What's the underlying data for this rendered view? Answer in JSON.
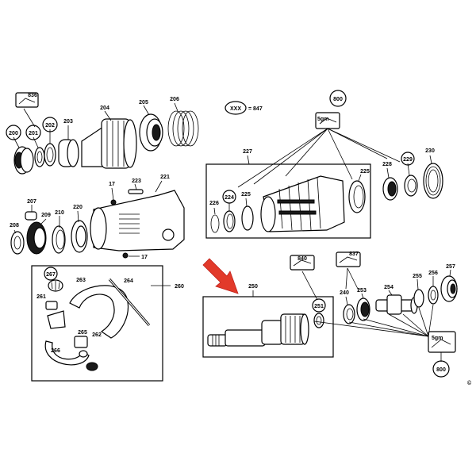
{
  "diagram": {
    "key": {
      "code": "XXX",
      "equals": "= 847"
    },
    "callouts": [
      {
        "id": "c200",
        "text": "200",
        "circled": true
      },
      {
        "id": "c201",
        "text": "201",
        "circled": true
      },
      {
        "id": "c202",
        "text": "202",
        "circled": true
      },
      {
        "id": "c203",
        "text": "203",
        "circled": false
      },
      {
        "id": "c204",
        "text": "204",
        "circled": false
      },
      {
        "id": "c205",
        "text": "205",
        "circled": false
      },
      {
        "id": "c206",
        "text": "206",
        "circled": false
      },
      {
        "id": "c836",
        "text": "836",
        "circled": false
      },
      {
        "id": "c207",
        "text": "207",
        "circled": false
      },
      {
        "id": "c208",
        "text": "208",
        "circled": false
      },
      {
        "id": "c209",
        "text": "209",
        "circled": false
      },
      {
        "id": "c210",
        "text": "210",
        "circled": false
      },
      {
        "id": "c220",
        "text": "220",
        "circled": false
      },
      {
        "id": "c221",
        "text": "221",
        "circled": false
      },
      {
        "id": "c223",
        "text": "223",
        "circled": false
      },
      {
        "id": "c17a",
        "text": "17",
        "circled": false
      },
      {
        "id": "c17b",
        "text": "17",
        "circled": false
      },
      {
        "id": "c260",
        "text": "260",
        "circled": false
      },
      {
        "id": "c261",
        "text": "261",
        "circled": false
      },
      {
        "id": "c262",
        "text": "262",
        "circled": false
      },
      {
        "id": "c263",
        "text": "263",
        "circled": false
      },
      {
        "id": "c264",
        "text": "264",
        "circled": false
      },
      {
        "id": "c265",
        "text": "265",
        "circled": false
      },
      {
        "id": "c266",
        "text": "266",
        "circled": false
      },
      {
        "id": "c267",
        "text": "267",
        "circled": true
      },
      {
        "id": "c800a",
        "text": "800",
        "circled": true
      },
      {
        "id": "c227",
        "text": "227",
        "circled": false
      },
      {
        "id": "c224",
        "text": "224",
        "circled": true
      },
      {
        "id": "c225a",
        "text": "225",
        "circled": false
      },
      {
        "id": "c225b",
        "text": "225",
        "circled": false
      },
      {
        "id": "c226",
        "text": "226",
        "circled": false
      },
      {
        "id": "c228",
        "text": "228",
        "circled": false
      },
      {
        "id": "c229",
        "text": "229",
        "circled": true
      },
      {
        "id": "c230",
        "text": "230",
        "circled": false
      },
      {
        "id": "c840",
        "text": "840",
        "circled": false
      },
      {
        "id": "c837",
        "text": "837",
        "circled": false
      },
      {
        "id": "c250",
        "text": "250",
        "circled": false
      },
      {
        "id": "c251",
        "text": "251",
        "circled": true
      },
      {
        "id": "c240",
        "text": "240",
        "circled": false
      },
      {
        "id": "c253",
        "text": "253",
        "circled": false
      },
      {
        "id": "c254",
        "text": "254",
        "circled": false
      },
      {
        "id": "c255",
        "text": "255",
        "circled": false
      },
      {
        "id": "c256",
        "text": "256",
        "circled": false
      },
      {
        "id": "c257",
        "text": "257",
        "circled": false
      },
      {
        "id": "c800b",
        "text": "800",
        "circled": true
      }
    ],
    "grease_label": "5gm",
    "copyright": "©",
    "accent_color": "#e23a2a"
  }
}
